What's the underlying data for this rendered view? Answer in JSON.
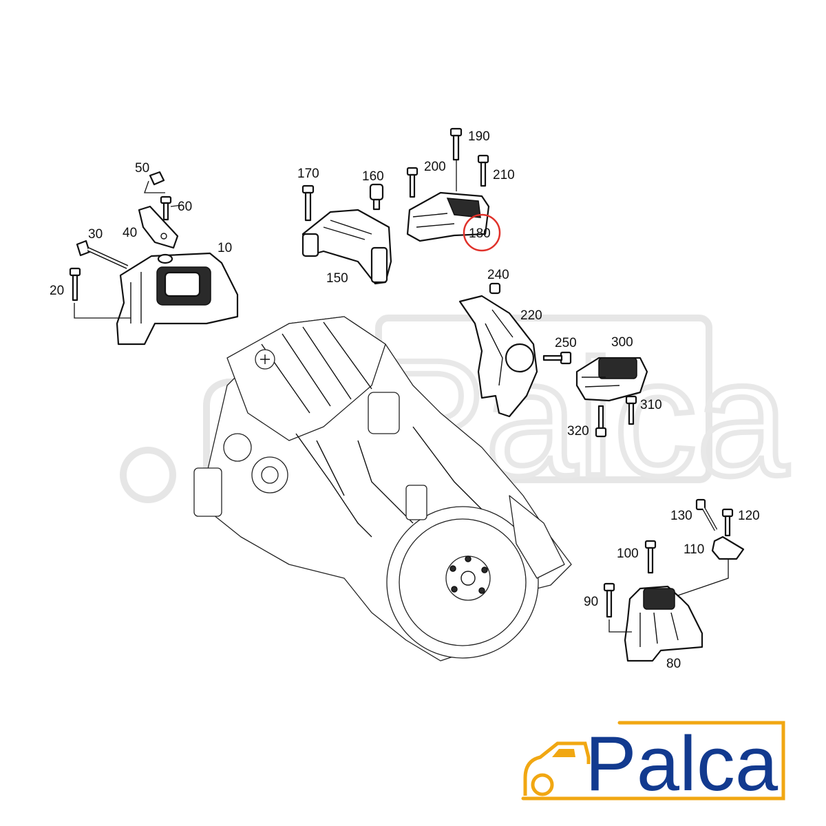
{
  "diagram": {
    "callouts": {
      "c10": "10",
      "c20": "20",
      "c30": "30",
      "c40": "40",
      "c50": "50",
      "c60": "60",
      "c80": "80",
      "c90": "90",
      "c100": "100",
      "c110": "110",
      "c120": "120",
      "c130": "130",
      "c150": "150",
      "c160": "160",
      "c170": "170",
      "c180": "180",
      "c190": "190",
      "c200": "200",
      "c210": "210",
      "c220": "220",
      "c240": "240",
      "c250": "250",
      "c300": "300",
      "c310": "310",
      "c320": "320"
    },
    "highlighted_callout": "180",
    "highlight_color": "#e0312a"
  },
  "watermark": {
    "text": "Palca",
    "color": "#e6e6e6"
  },
  "logo": {
    "text": "Palca",
    "text_color": "#123a8f",
    "frame_color": "#f1a712",
    "icon": "car-icon"
  }
}
